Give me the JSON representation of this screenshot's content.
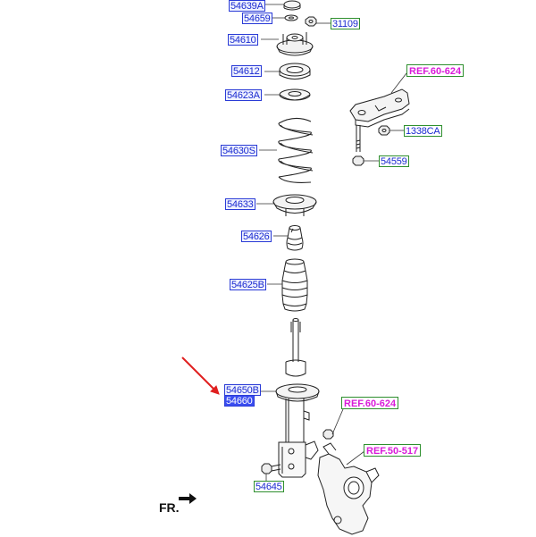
{
  "labels": {
    "p54639A": "54639A",
    "p54659": "54659",
    "p31109": "31109",
    "p54610": "54610",
    "p54612": "54612",
    "p54623A": "54623A",
    "p54630S": "54630S",
    "p54633": "54633",
    "p54626": "54626",
    "p54625B": "54625B",
    "p54650B": "54650B",
    "p54660": "54660",
    "p1338CA": "1338CA",
    "p54559": "54559",
    "p54645": "54645"
  },
  "refs": {
    "ref_top": "REF.60-624",
    "ref_mid": "REF.60-624",
    "ref_knuckle": "REF.50-517"
  },
  "direction": "FR.",
  "colors": {
    "label_blue": "#1a2ad0",
    "ref_magenta": "#d81bd8",
    "pointer_red": "#e02020"
  }
}
